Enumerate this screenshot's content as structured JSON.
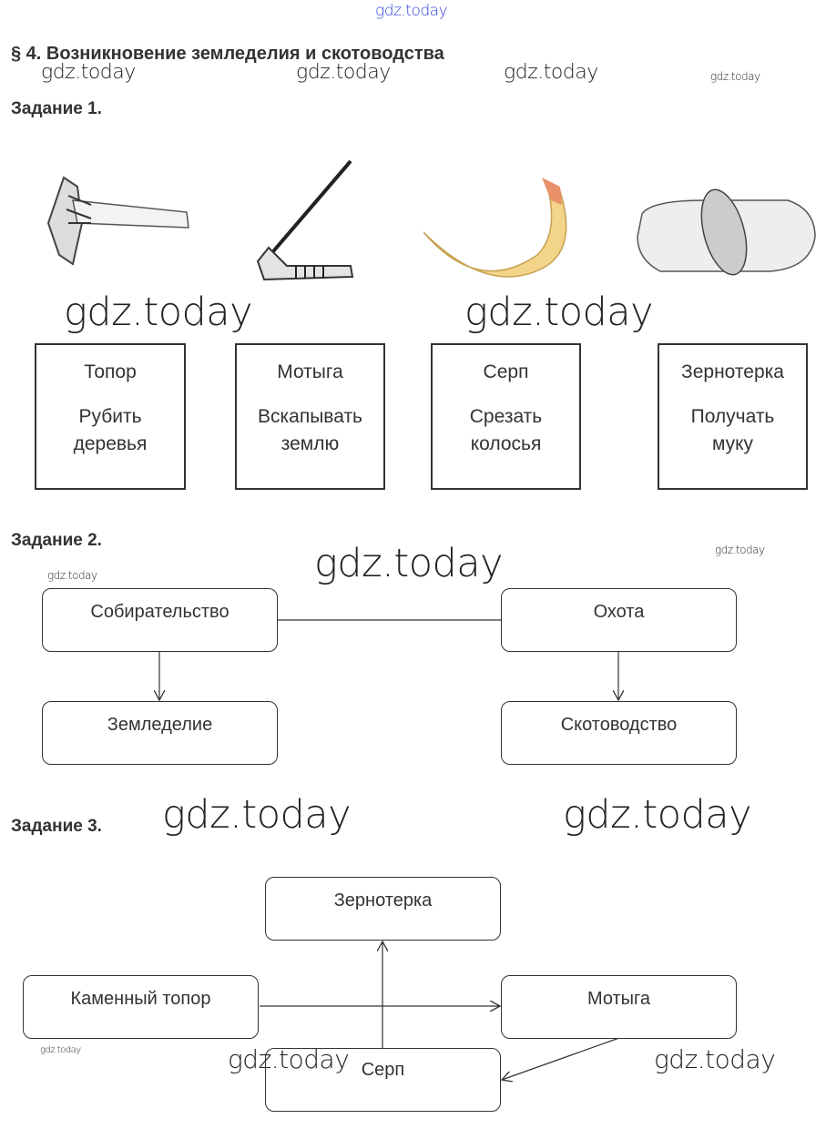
{
  "watermark": "gdz.today",
  "title": "§ 4. Возникновение земледелия и скотоводства",
  "task1": {
    "heading": "Задание 1.",
    "tools": [
      {
        "name": "Топор",
        "use": [
          "Рубить",
          "деревья"
        ],
        "icon": "stone-axe"
      },
      {
        "name": "Мотыга",
        "use": [
          "Вскапывать",
          "землю"
        ],
        "icon": "hoe"
      },
      {
        "name": "Серп",
        "use": [
          "Срезать",
          "колосья"
        ],
        "icon": "sickle"
      },
      {
        "name": "Зернотерка",
        "use": [
          "Получать",
          "муку"
        ],
        "icon": "grain-grinder"
      }
    ]
  },
  "task2": {
    "heading": "Задание 2.",
    "nodes": [
      "Собирательство",
      "Охота",
      "Земледелие",
      "Скотоводство"
    ]
  },
  "task3": {
    "heading": "Задание 3.",
    "nodes": [
      "Зернотерка",
      "Каменный топор",
      "Мотыга",
      "Серп"
    ]
  }
}
